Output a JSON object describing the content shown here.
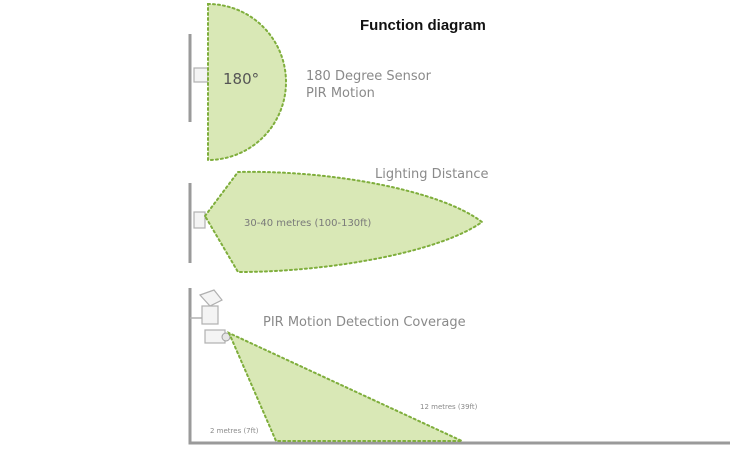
{
  "title": "Function diagram",
  "sensor": {
    "angle_label": "180°",
    "line1": "180 Degree Sensor",
    "line2": "PIR Motion"
  },
  "lighting": {
    "title": "Lighting Distance",
    "range": "30-40 metres (100-130ft)"
  },
  "coverage": {
    "title": "PIR Motion Detection Coverage",
    "near": "2 metres (7ft)",
    "far": "12 metres (39ft)"
  },
  "colors": {
    "zone_fill": "#d9e8b6",
    "zone_stroke": "#7fae3c"
  }
}
